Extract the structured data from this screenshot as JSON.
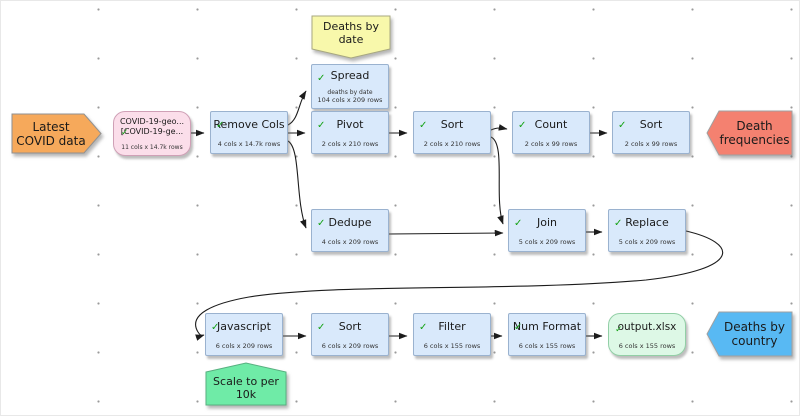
{
  "markers": [
    {
      "id": "latest-covid-data",
      "label": "Latest\nCOVID data",
      "fill": "#f6a95b",
      "direction": "right"
    },
    {
      "id": "death-frequencies",
      "label": "Death\nfrequencies",
      "fill": "#f48170",
      "direction": "left"
    },
    {
      "id": "deaths-by-country",
      "label": "Deaths by\ncountry",
      "fill": "#58b9f3",
      "direction": "left"
    }
  ],
  "notes": [
    {
      "id": "deaths-by-date",
      "label": "Deaths by\ndate",
      "fill": "#f8f8ab",
      "pointer": "down"
    },
    {
      "id": "scale-to-per-10k",
      "label": "Scale to per\n10k",
      "fill": "#6feba7",
      "pointer": "up"
    }
  ],
  "nodes": [
    {
      "id": "source-covid",
      "type": "source",
      "title_line1": "COVID-19-geo...",
      "title_line2": "[COVID-19-ge...",
      "subtitle": "11 cols x 14.7k rows",
      "status": "ok"
    },
    {
      "id": "remove-cols",
      "type": "transform",
      "title": "Remove Cols",
      "subtitle": "4 cols x 14.7k rows",
      "status": "ok"
    },
    {
      "id": "spread",
      "type": "transform",
      "title": "Spread",
      "note": "deaths by date",
      "subtitle": "104 cols x 209 rows",
      "status": "ok"
    },
    {
      "id": "pivot",
      "type": "transform",
      "title": "Pivot",
      "subtitle": "2 cols x 210 rows",
      "status": "ok"
    },
    {
      "id": "sort-1",
      "type": "transform",
      "title": "Sort",
      "subtitle": "2 cols x 210 rows",
      "status": "ok"
    },
    {
      "id": "count",
      "type": "transform",
      "title": "Count",
      "subtitle": "2 cols x 99 rows",
      "status": "ok"
    },
    {
      "id": "sort-2",
      "type": "transform",
      "title": "Sort",
      "subtitle": "2 cols x 99 rows",
      "status": "ok"
    },
    {
      "id": "dedupe",
      "type": "transform",
      "title": "Dedupe",
      "subtitle": "4 cols x 209 rows",
      "status": "ok"
    },
    {
      "id": "join",
      "type": "transform",
      "title": "Join",
      "subtitle": "5 cols x 209 rows",
      "status": "ok"
    },
    {
      "id": "replace",
      "type": "transform",
      "title": "Replace",
      "subtitle": "5 cols x 209 rows",
      "status": "ok"
    },
    {
      "id": "javascript",
      "type": "transform",
      "title": "Javascript",
      "subtitle": "6 cols x 209 rows",
      "status": "ok"
    },
    {
      "id": "sort-3",
      "type": "transform",
      "title": "Sort",
      "subtitle": "6 cols x 209 rows",
      "status": "ok"
    },
    {
      "id": "filter",
      "type": "transform",
      "title": "Filter",
      "subtitle": "6 cols x 155 rows",
      "status": "ok"
    },
    {
      "id": "num-format",
      "type": "transform",
      "title": "Num Format",
      "subtitle": "6 cols x 155 rows",
      "status": "ok"
    },
    {
      "id": "output-xlsx",
      "type": "output",
      "title": "output.xlsx",
      "subtitle": "6 cols x 155 rows",
      "status": "ok"
    }
  ],
  "icons": {
    "check": "✓"
  },
  "colors": {
    "transform_fill": "#d9e9fb",
    "transform_border": "#9ab2cf",
    "source_fill": "#fbdeea",
    "source_border": "#cfa0b6",
    "output_fill": "#ddf8e6",
    "output_border": "#92cfa6",
    "input_marker": "#f6a95b",
    "marker_red": "#f48170",
    "marker_blue": "#58b9f3",
    "note_yellow": "#f8f8ab",
    "note_green": "#6feba7",
    "check_green": "#15a315",
    "edge": "#1c1c1c"
  }
}
